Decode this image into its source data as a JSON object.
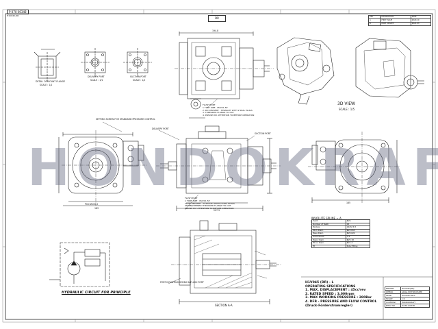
{
  "header": {
    "tag": "P-070-00348",
    "sub": "H1V045-DR",
    "view_label": "DR"
  },
  "watermark": "HONDOKRAFT",
  "views": {
    "flange_detail": "DETAIL OF MOUNT FLANGE",
    "flange_scale": "SCALE : 1/1",
    "delivery_port": "DELIVERY PORT",
    "delivery_scale": "SCALE : 1/1",
    "suction_port": "SUCTION PORT",
    "suction_scale": "SCALE : 1/1",
    "view3d_title": "3D VIEW",
    "view3d_scale": "SCALE : 1/5",
    "hydraulic_circuit": "HYDRAULIC CIRCUIT FOR PRINCIPLE",
    "section_label": "SECTION A-A",
    "dim_top_width": "194.8",
    "dim_side_width": "207.5",
    "dim_front_width": "183",
    "dim_pitch": "PCD Ø100.5",
    "dim_rear_width": "185",
    "delivery_note": "DELIVERY PORT",
    "suction_note": "SUCTION PORT",
    "notes_top": [
      "FLUSH PORT",
      "1 TORT SIZE : M22X1.5P",
      "2. DO DELIVERY : STRAIGHT WITH 2 SEAL PLUGS",
      "3. THREADED FLANGE TO OUT",
      "4. PLEASE PAY ATTENTION TO BEFORE OPERATION"
    ],
    "notes_mid": [
      "FLUSH PORT",
      "1 TORT SIZE : M22X1.5P",
      "FLOW DELIVERY : STRAIGHT WITH 2 SEAL PLUGS",
      "STRENGTHENED THREADED FLANGE TO OUT",
      "PLEASE PAY ATTENTION TO BEFORE OPERATION"
    ],
    "setting_note": "SETTING SCREW FOR STANDARD PRESSURE CONTROL",
    "port_mount": "PORT MOUNTING SCREW & FLUSH PORT"
  },
  "spline": {
    "title": "INVOLUTE SPLINE ~ A",
    "rows": [
      [
        "Teeth",
        "Φ26"
      ],
      [
        "Number of Teeth",
        "15"
      ],
      [
        "Module",
        "16/32 P-3"
      ],
      [
        "Pitch Diam.",
        "Φ23.813"
      ],
      [
        "Base Diam.",
        "Φ20.622"
      ],
      [
        "Tooth Width",
        "3.4"
      ],
      [
        "Major Diam.",
        "Φ25.18"
      ],
      [
        "Minor Diam.",
        "Φ21.4"
      ],
      [
        "Fit",
        "Side Fitting"
      ]
    ]
  },
  "specs": {
    "model": "H1V045 (DR) - L",
    "heading": "OPERATING SPECIFICATIONS",
    "items": [
      "1. MAX. DISPLACEMENT : 45cc/rev",
      "2. RATED SPEED : 3,000rpm",
      "3. MAX WORKING PRESSURE : 280Bar",
      "4. DFR - PRESSURE AND FLOW CONTROL",
      "(Druck-Förderstromregler)"
    ]
  },
  "title_block": {
    "rows": [
      [
        "DRAWN",
        "H1V045(DR)"
      ],
      [
        "CHECK",
        "AXIAL PISTON PUMP"
      ],
      [
        "APPR.",
        "H1V045-DR-L"
      ],
      [
        "SCALE",
        "1:2"
      ],
      [
        "COMPANY",
        "HONDOKRAFT"
      ],
      [
        "DWG NO.",
        "P-070-00348"
      ]
    ]
  },
  "revisions": {
    "rows": [
      [
        "REV",
        "DESCRIPTION",
        "DATE"
      ],
      [
        "A",
        "FIRST ISSUE",
        "2020.10"
      ],
      [
        "B",
        "PORT UPDATE",
        "2021.03"
      ]
    ]
  },
  "colors": {
    "line": "#222222",
    "watermark": "#5f647d",
    "paper": "#ffffff"
  }
}
